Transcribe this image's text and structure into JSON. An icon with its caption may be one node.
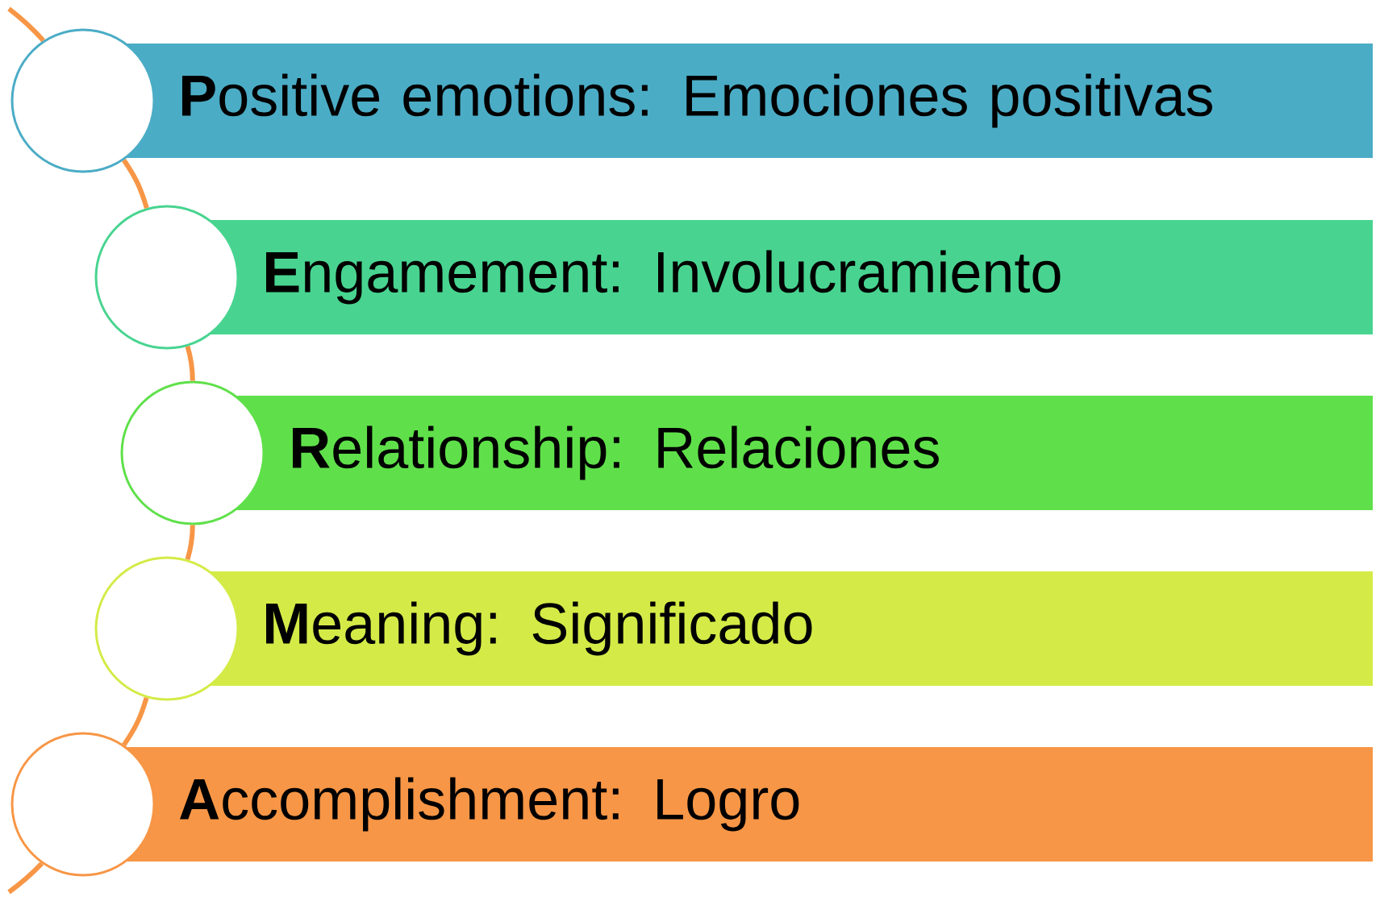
{
  "diagram": {
    "nodes": [
      {
        "text": [
          "**P**ositive emotions: Emociones positivas"
        ]
      },
      {
        "text": [
          "**E**ngamement: Involucramiento"
        ]
      },
      {
        "text": [
          "**R**elationship: Relaciones"
        ]
      },
      {
        "text": [
          "**M**eaning: Significado"
        ]
      },
      {
        "text": [
          "**A**ccomplishment: Logro"
        ]
      },
      {
        "text": [],
        "shape": "circle"
      },
      {
        "text": [],
        "shape": "circle"
      },
      {
        "text": [],
        "shape": "circle"
      },
      {
        "text": [],
        "shape": "circle"
      },
      {
        "text": [],
        "shape": "circle"
      }
    ],
    "edges": [
      {
        "from": null,
        "to": 5,
        "arrow": "none"
      },
      {
        "from": 5,
        "to": 6,
        "arrow": "none"
      },
      {
        "from": 6,
        "to": 7,
        "arrow": "none"
      },
      {
        "from": 7,
        "to": 8,
        "arrow": "none"
      },
      {
        "from": 8,
        "to": 9,
        "arrow": "none"
      },
      {
        "from": 9,
        "to": null,
        "arrow": "none"
      }
    ]
  }
}
